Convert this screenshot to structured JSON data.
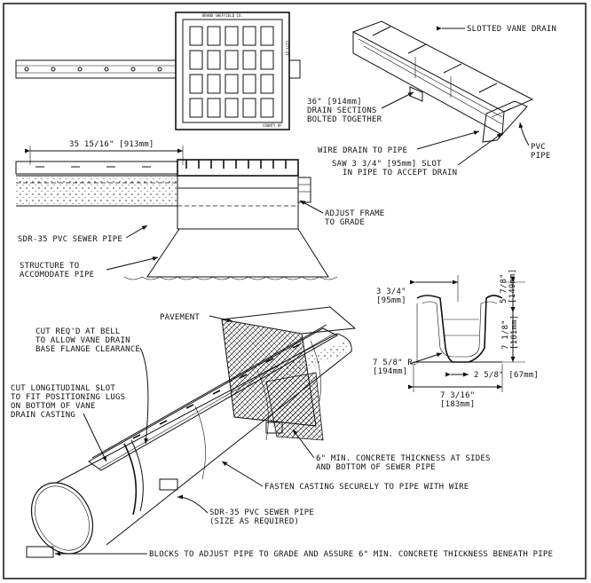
{
  "plan_view": {
    "grate_top_text": "BRAND SHEFFIELD CO.",
    "grate_side_text": "CITY OF",
    "grate_corner_text": "COUNTY OF"
  },
  "isometric_vane_drain": {
    "slotted_vane_drain": "SLOTTED VANE DRAIN",
    "sections_line1": "36\" [914mm]",
    "sections_line2": "DRAIN SECTIONS",
    "sections_line3": "BOLTED TOGETHER",
    "wire_drain": "WIRE DRAIN TO PIPE",
    "saw_slot_line1": "SAW 3 3/4\" [95mm] SLOT",
    "saw_slot_line2": "IN PIPE TO ACCEPT DRAIN",
    "pvc_pipe_line1": "PVC",
    "pvc_pipe_line2": "PIPE"
  },
  "elevation_view": {
    "dimension": "35 15/16\" [913mm]",
    "adjust_frame_line1": "ADJUST FRAME",
    "adjust_frame_line2": "TO GRADE",
    "sdr_pipe": "SDR-35 PVC SEWER PIPE",
    "structure_line1": "STRUCTURE TO",
    "structure_line2": "ACCOMODATE PIPE"
  },
  "section_view": {
    "dim_top_width_1": "3 3/4\"",
    "dim_top_width_2": "[95mm]",
    "dim_upper_height_1": "5 7/8\"",
    "dim_upper_height_2": "[149mm]",
    "dim_total_height_1": "7 1/8\"",
    "dim_total_height_2": "[181mm]",
    "dim_radius_1": "7 5/8\" R.",
    "dim_radius_2": "[194mm]",
    "dim_bottom_1": "2 5/8\" [67mm]",
    "dim_base_1": "7 3/16\"",
    "dim_base_2": "[183mm]"
  },
  "installation_view": {
    "pavement": "PAVEMENT",
    "cut_bell_line1": "CUT REQ'D AT BELL",
    "cut_bell_line2": "TO ALLOW VANE DRAIN",
    "cut_bell_line3": "BASE FLANGE CLEARANCE",
    "cut_slot_line1": "CUT LONGITUDINAL SLOT",
    "cut_slot_line2": "TO FIT POSITIONING LUGS",
    "cut_slot_line3": "ON BOTTOM OF VANE",
    "cut_slot_line4": "DRAIN CASTING",
    "concrete_line1": "6\" MIN. CONCRETE THICKNESS AT SIDES",
    "concrete_line2": "AND BOTTOM OF SEWER PIPE",
    "fasten": "FASTEN CASTING SECURELY TO PIPE WITH WIRE",
    "sdr_pipe_line1": "SDR-35 PVC SEWER PIPE",
    "sdr_pipe_line2": "(SIZE AS REQUIRED)",
    "blocks": "BLOCKS TO ADJUST PIPE TO GRADE AND ASSURE 6\" MIN. CONCRETE THICKNESS BENEATH PIPE"
  }
}
